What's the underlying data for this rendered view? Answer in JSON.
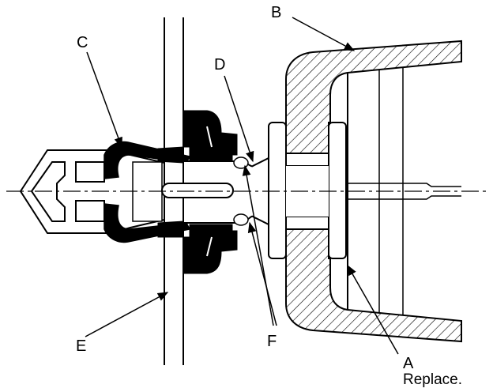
{
  "diagram": {
    "callouts": {
      "a": "A",
      "a_note": "Replace.",
      "b": "B",
      "c": "C",
      "d": "D",
      "e": "E",
      "f": "F"
    },
    "colors": {
      "ink": "#000000",
      "paper": "#ffffff"
    }
  }
}
